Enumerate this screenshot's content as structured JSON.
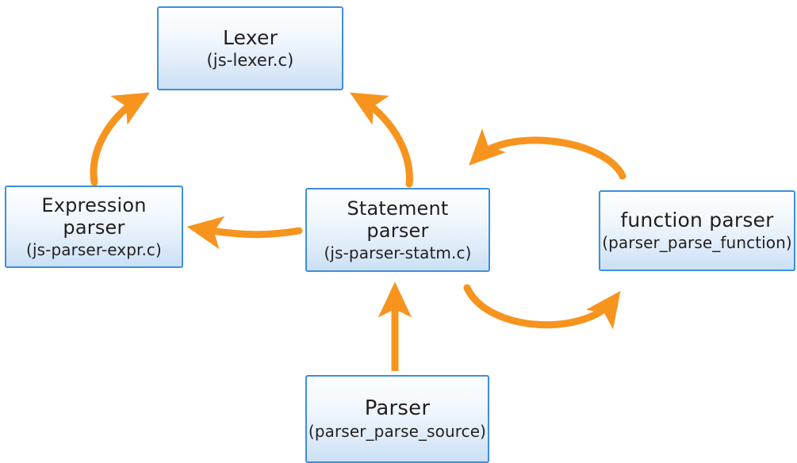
{
  "diagram": {
    "type": "flow-diagram",
    "background_color": "#ffffff",
    "node_border_color": "#3d8ee0",
    "node_fill_top_color": "#fdfeff",
    "node_fill_bottom_color": "#cbe0f5",
    "arrow_color": "#f7941e",
    "text_color": "#231f20",
    "nodes": [
      {
        "id": "lexer",
        "title": "Lexer",
        "subtitle": "(js-lexer.c)"
      },
      {
        "id": "expression-parser",
        "title": "Expression\nparser",
        "subtitle": "(js-parser-expr.c)"
      },
      {
        "id": "statement-parser",
        "title": "Statement\nparser",
        "subtitle": "(js-parser-statm.c)"
      },
      {
        "id": "function-parser",
        "title": "function parser",
        "subtitle": "(parser_parse_function)"
      },
      {
        "id": "parser",
        "title": "Parser",
        "subtitle": "(parser_parse_source)"
      }
    ],
    "edges": [
      {
        "id": "expression-to-lexer",
        "from": "expression-parser",
        "to": "lexer",
        "style": "curved"
      },
      {
        "id": "statement-to-lexer",
        "from": "statement-parser",
        "to": "lexer",
        "style": "curved"
      },
      {
        "id": "statement-to-expression",
        "from": "statement-parser",
        "to": "expression-parser",
        "style": "slight-curve"
      },
      {
        "id": "function-to-statement",
        "from": "function-parser",
        "to": "statement-parser",
        "style": "arc-over"
      },
      {
        "id": "statement-to-function",
        "from": "statement-parser",
        "to": "function-parser",
        "style": "arc-under"
      },
      {
        "id": "parser-to-statement",
        "from": "parser",
        "to": "statement-parser",
        "style": "straight"
      }
    ]
  }
}
